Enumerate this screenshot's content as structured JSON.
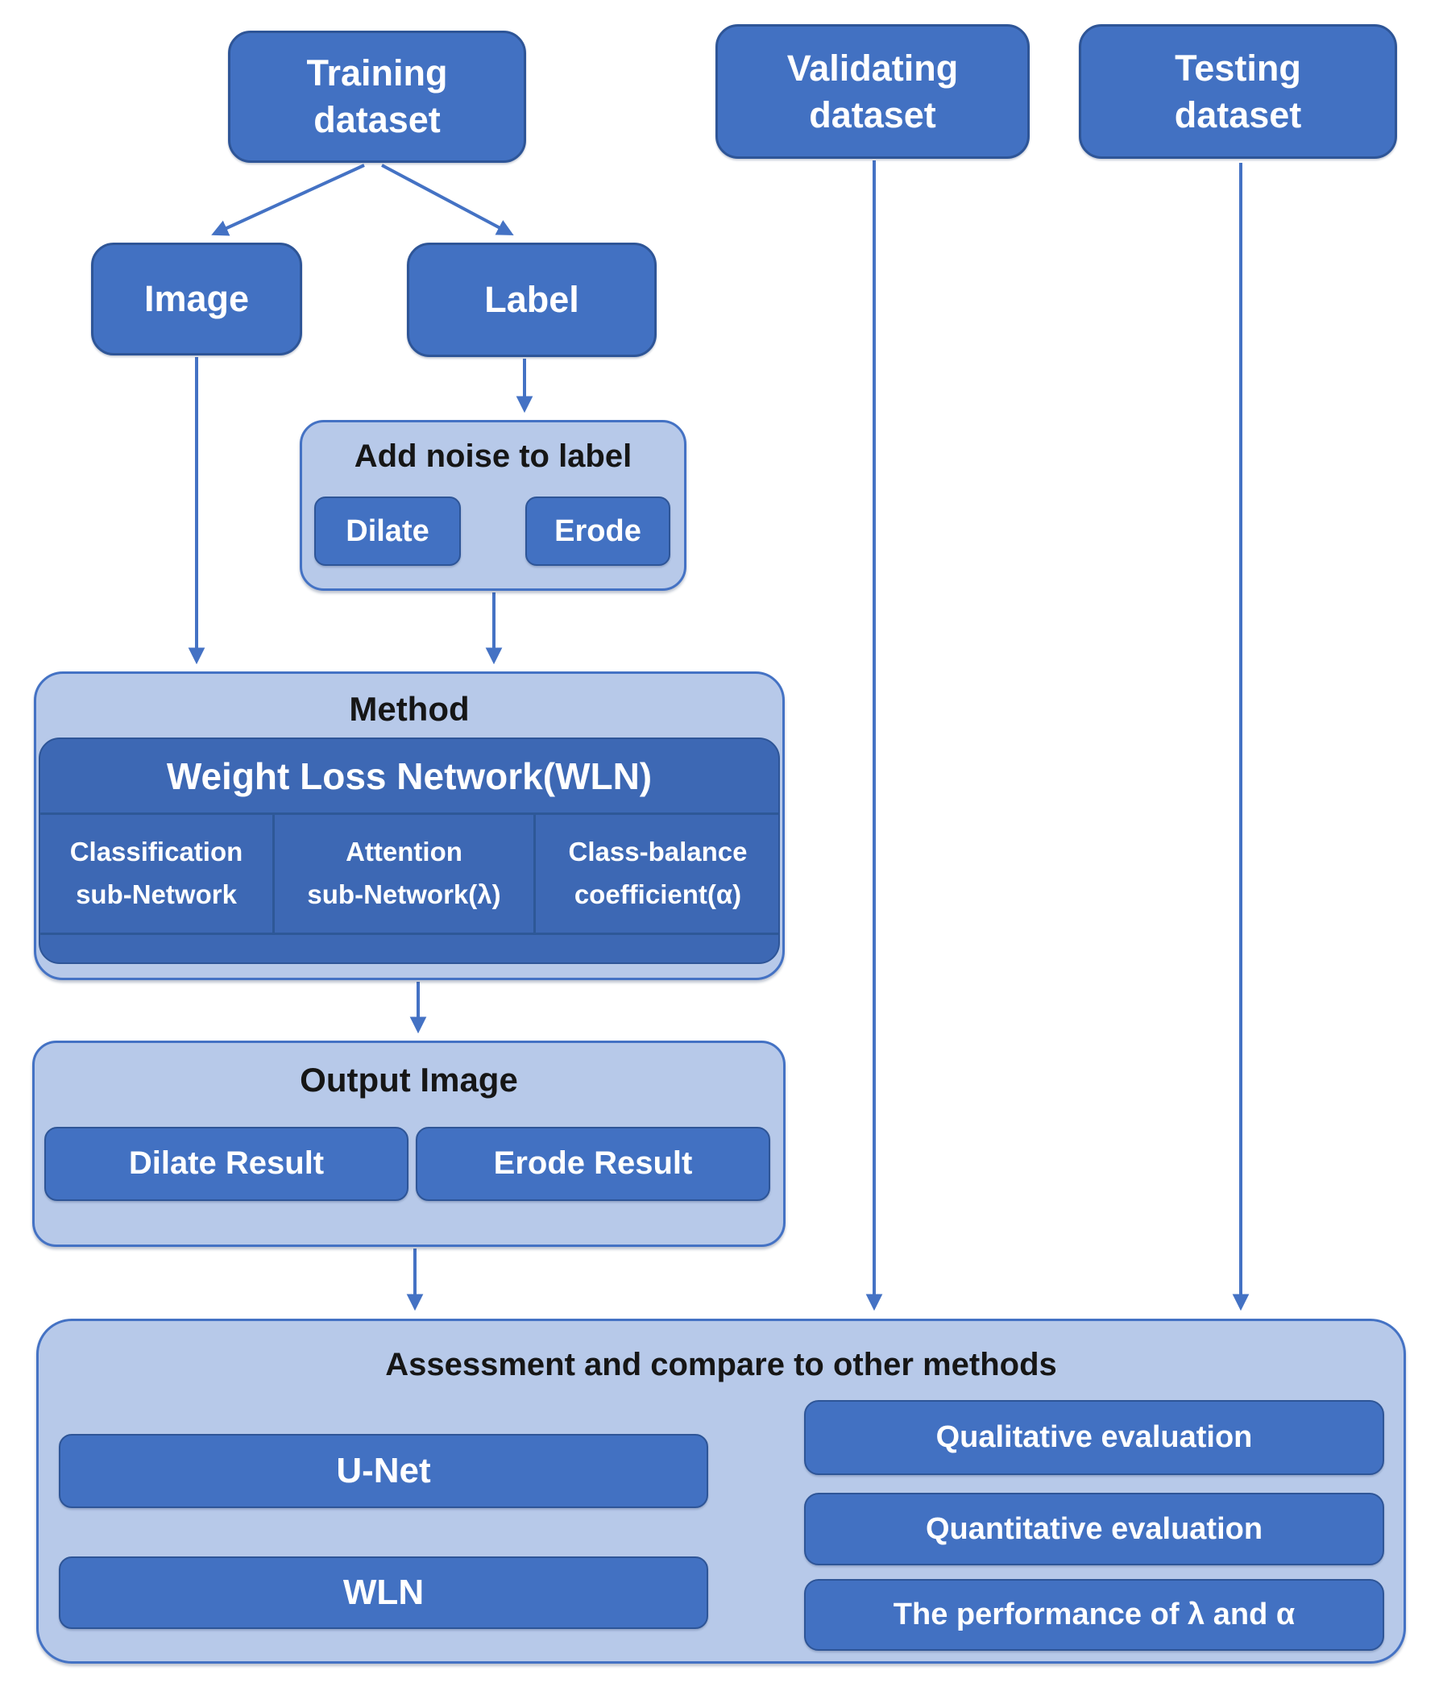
{
  "colors": {
    "dark_box": "#4271c2",
    "dark_box_border": "#2e5597",
    "light_container": "#b7c9e9",
    "light_container_border": "#4472c4",
    "inner_panel": "#3d68b4",
    "panel_divider": "#2e5897",
    "arrow": "#4472c4",
    "text_on_dark": "#ffffff",
    "text_on_light": "#161616"
  },
  "nodes": {
    "training_dataset": "Training\ndataset",
    "validating_dataset": "Validating\ndataset",
    "testing_dataset": "Testing\ndataset",
    "image": "Image",
    "label": "Label"
  },
  "add_noise": {
    "title": "Add noise to label",
    "dilate": "Dilate",
    "erode": "Erode"
  },
  "method": {
    "title": "Method",
    "wln_title": "Weight Loss Network(WLN)",
    "columns": [
      "Classification\nsub-Network",
      "Attention\nsub-Network(λ)",
      "Class-balance\ncoefficient(α)"
    ]
  },
  "output": {
    "title": "Output Image",
    "dilate_result": "Dilate Result",
    "erode_result": "Erode Result"
  },
  "assessment": {
    "title": "Assessment and compare to other methods",
    "methods": [
      "U-Net",
      "WLN"
    ],
    "evaluations": [
      "Qualitative evaluation",
      "Quantitative evaluation",
      "The performance of λ and α"
    ]
  }
}
